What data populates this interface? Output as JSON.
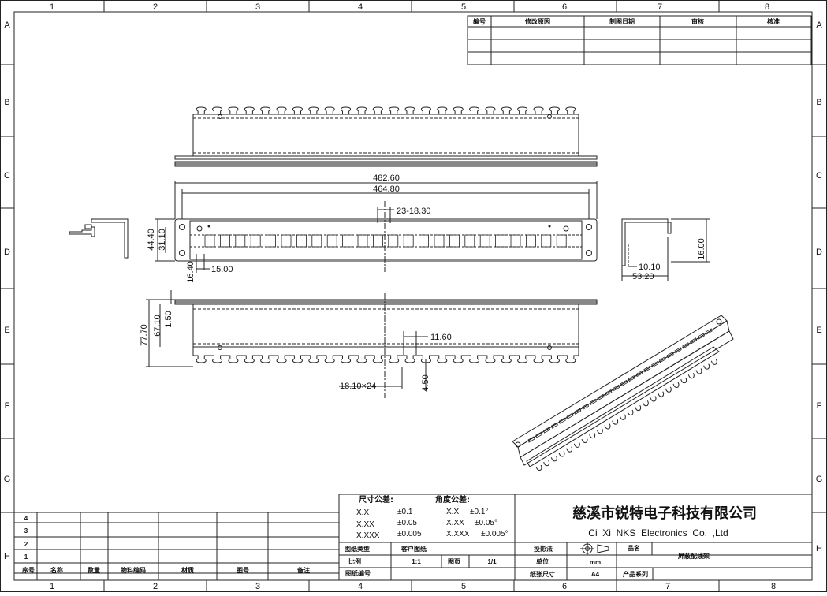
{
  "zones": {
    "columns": [
      "1",
      "2",
      "3",
      "4",
      "5",
      "6",
      "7",
      "8"
    ],
    "rows": [
      "A",
      "B",
      "C",
      "D",
      "E",
      "F",
      "G",
      "H"
    ]
  },
  "revision_table": {
    "headers": [
      "编号",
      "修改原因",
      "制图日期",
      "审核",
      "核准"
    ]
  },
  "dimensions": {
    "overall_width": "482.60",
    "hole_spacing": "464.80",
    "port_pitch": "23-18.30",
    "height_44": "44.40",
    "height_31": "31.10",
    "left_16": "16.40",
    "left_15": "15.00",
    "side_10": "10.10",
    "side_53": "53.20",
    "side_16": "16.00",
    "depth_77": "77.70",
    "depth_67": "67.10",
    "depth_1_5": "1.50",
    "slot_11": "11.60",
    "slot_pitch": "18.10×24",
    "slot_4_5": "4.50"
  },
  "tolerance": {
    "dim_title": "尺寸公差:",
    "angle_title": "角度公差:",
    "dim_rows": [
      {
        "key": "X.X",
        "val": "±0.1"
      },
      {
        "key": "X.XX",
        "val": "±0.05"
      },
      {
        "key": "X.XXX",
        "val": "±0.005"
      }
    ],
    "angle_rows": [
      {
        "key": "X.X",
        "val": "±0.1°"
      },
      {
        "key": "X.XX",
        "val": "±0.05°"
      },
      {
        "key": "X.XXX",
        "val": "±0.005°"
      }
    ]
  },
  "company": {
    "name_cn": "慈溪市锐特电子科技有限公司",
    "name_en": "Ci  Xi  NKS  Electronics  Co.  ,Ltd"
  },
  "info": {
    "drawing_type_label": "图纸类型",
    "drawing_type_value": "客户图纸",
    "scale_label": "比例",
    "scale_value": "1:1",
    "page_label": "图页",
    "page_value": "1/1",
    "drawing_no_label": "图纸编号",
    "projection_label": "投影法",
    "unit_label": "单位",
    "unit_value": "mm",
    "paper_label": "纸张尺寸",
    "paper_value": "A4",
    "product_name_label": "品名",
    "product_name_value": "屏蔽配线架",
    "series_label": "产品系列"
  },
  "bom": {
    "row_numbers": [
      "4",
      "3",
      "2",
      "1"
    ],
    "headers": [
      "序号",
      "名称",
      "数量",
      "物料编码",
      "材质",
      "图号",
      "备注"
    ]
  }
}
